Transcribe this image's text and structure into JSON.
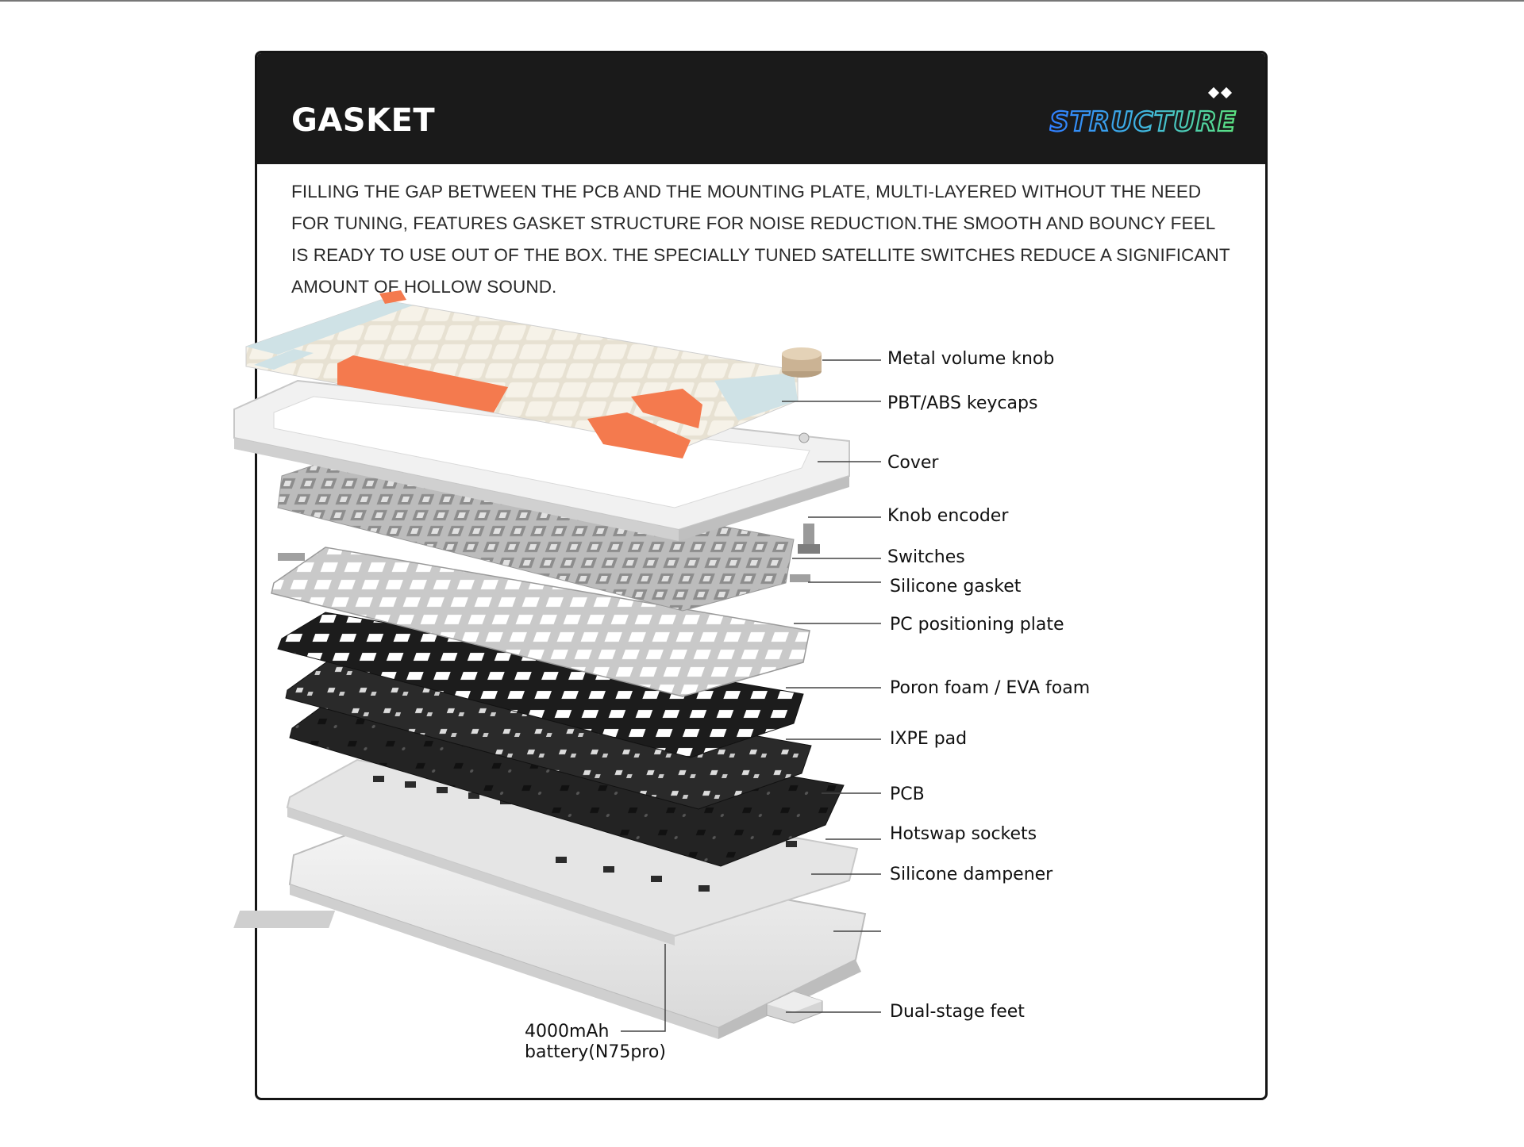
{
  "header": {
    "title": "GASKET",
    "brand_word": "STRUCTURE"
  },
  "description": "FILLING THE GAP BETWEEN THE PCB AND THE MOUNTING PLATE, MULTI-LAYERED WITHOUT THE NEED FOR TUNING, FEATURES GASKET STRUCTURE FOR NOISE REDUCTION.THE SMOOTH AND BOUNCY FEEL IS READY TO USE OUT OF THE BOX. THE SPECIALLY TUNED SATELLITE SWITCHES REDUCE A SIGNIFICANT AMOUNT OF HOLLOW SOUND.",
  "labels": {
    "knob": "Metal volume knob",
    "keycaps": "PBT/ABS keycaps",
    "cover": "Cover",
    "encoder": "Knob encoder",
    "switches": "Switches",
    "gasket": "Silicone gasket",
    "plate": "PC positioning plate",
    "foam": "Poron foam / EVA foam",
    "ixpe": "IXPE pad",
    "pcb": "PCB",
    "hotswap": "Hotswap sockets",
    "dampener": "Silicone dampener",
    "feet": "Dual-stage feet",
    "battery_line1": "4000mAh",
    "battery_line2": "battery(N75pro)"
  },
  "colors": {
    "header_bg": "#1a1a1a",
    "accent_orange": "#f47a4e",
    "keycap_blue": "#cfe2e6",
    "keycap_cream": "#f3efe4",
    "brand_blue": "#3b8cff",
    "brand_green": "#57e08a"
  }
}
